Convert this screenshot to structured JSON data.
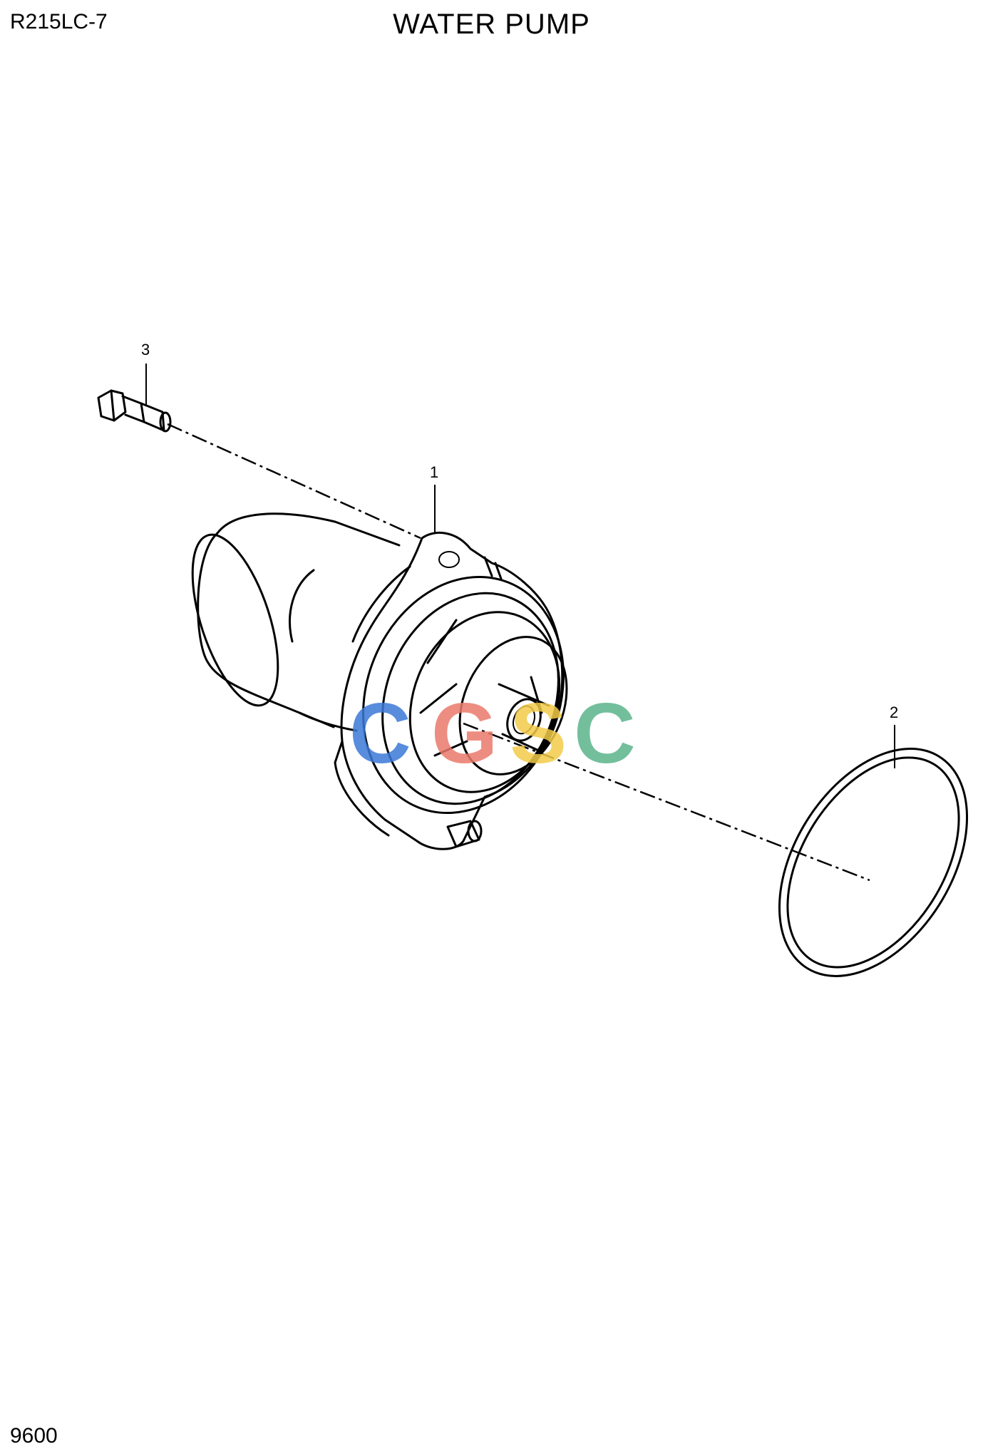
{
  "header": {
    "model": "R215LC-7",
    "title": "WATER PUMP"
  },
  "footer": {
    "page_number": "9600"
  },
  "callouts": {
    "part_1": "1",
    "part_2": "2",
    "part_3": "3"
  },
  "watermark": {
    "letters": [
      "C",
      "G",
      "S",
      "C"
    ],
    "colors": [
      "#3b78d8",
      "#ea7a6c",
      "#f3cc4a",
      "#5bb48a"
    ]
  }
}
